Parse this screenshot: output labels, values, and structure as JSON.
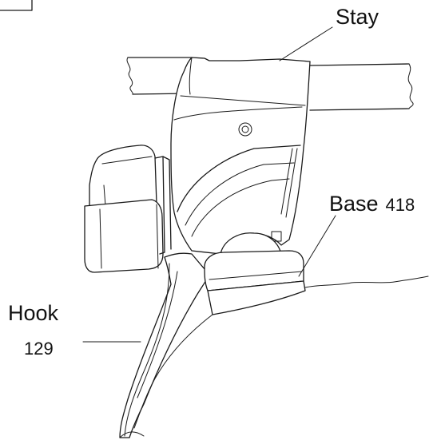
{
  "labels": {
    "stay": "Stay",
    "base": "Base",
    "base_number": "418",
    "hook": "Hook",
    "hook_number": "129"
  },
  "colors": {
    "line": "#1a1a1a",
    "background": "#ffffff"
  }
}
